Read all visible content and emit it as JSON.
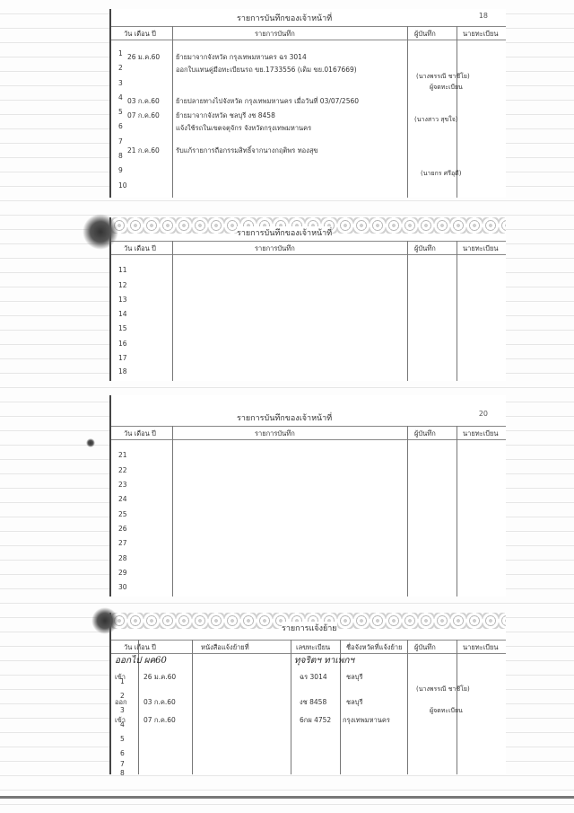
{
  "sections": [
    {
      "title": "รายการบันทึกของเจ้าหน้าที่",
      "page_no": "18",
      "headers": [
        "วัน เดือน ปี",
        "รายการบันทึก",
        "ผู้บันทึก",
        "นายทะเบียน"
      ],
      "rows": [
        "1",
        "2",
        "3",
        "4",
        "5",
        "6",
        "7",
        "8",
        "9",
        "10"
      ],
      "entries": [
        {
          "date": "26 ม.ค.60",
          "text": "ย้ายมาจากจังหวัด กรุงเทพมหานคร ฉร 3014"
        },
        {
          "date": "",
          "text": "ออกใบแทนคู่มือทะเบียนรถ ขย.1733556 (เดิม ขย.0167669)"
        },
        {
          "date": "03 ก.ค.60",
          "text": "ย้ายปลายทางไปจังหวัด กรุงเทพมหานคร เมื่อวันที่ 03/07/2560"
        },
        {
          "date": "07 ก.ค.60",
          "text": "ย้ายมาจากจังหวัด ชลบุรี งช 8458"
        },
        {
          "date": "",
          "text": "แจ้งใช้รถในเขตจตุจักร จังหวัดกรุงเทพมหานคร"
        },
        {
          "date": "21 ก.ค.60",
          "text": "รับแก้รายการถือกรรมสิทธิ์จากนางกฤติพร ทองสุข"
        }
      ],
      "signatures": [
        "(นางพรรณี ชาชีโย)",
        "ผู้จดทะเบียน",
        "(นางสาว สุขใจ)",
        "(นายกร ศรีอุดี)"
      ]
    },
    {
      "title": "รายการบันทึกของเจ้าหน้าที่",
      "headers": [
        "วัน เดือน ปี",
        "รายการบันทึก",
        "ผู้บันทึก",
        "นายทะเบียน"
      ],
      "rows": [
        "11",
        "12",
        "13",
        "14",
        "15",
        "16",
        "17",
        "18"
      ]
    },
    {
      "title": "รายการบันทึกของเจ้าหน้าที่",
      "page_no": "20",
      "headers": [
        "วัน เดือน ปี",
        "รายการบันทึก",
        "ผู้บันทึก",
        "นายทะเบียน"
      ],
      "rows": [
        "21",
        "22",
        "23",
        "24",
        "25",
        "26",
        "27",
        "28",
        "29",
        "30"
      ]
    },
    {
      "title": "รายการแจ้งย้าย",
      "headers": [
        "วัน เดือน ปี",
        "หนังสือแจ้งย้ายที่",
        "เลขทะเบียน",
        "ชื่อจังหวัดที่แจ้งย้าย",
        "ผู้บันทึก",
        "นายทะเบียน"
      ],
      "rows": [
        "1",
        "2",
        "3",
        "4",
        "5",
        "6",
        "7",
        "8"
      ],
      "handwritten_header": "ออกไป ผค60",
      "handwritten_plate": "ทุจริตฯ ทาเพกฯ",
      "entries": [
        {
          "type": "เข้า",
          "date": "26 ม.ค.60",
          "plate": "ฉร 3014",
          "province": "ชลบุรี"
        },
        {
          "type": "ออก",
          "date": "03 ก.ค.60",
          "plate": "งช 8458",
          "province": "ชลบุรี"
        },
        {
          "type": "เข้า",
          "date": "07 ก.ค.60",
          "plate": "6กผ 4752",
          "province": "กรุงเทพมหานคร"
        }
      ],
      "signatures": [
        "(นางพรรณี ชาชีโย)",
        "ผู้จดทะเบียน"
      ]
    }
  ]
}
